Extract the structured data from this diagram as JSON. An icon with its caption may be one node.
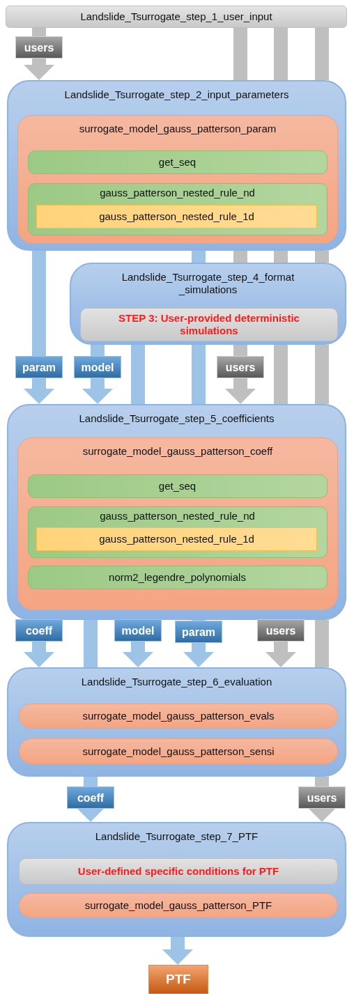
{
  "diagram": {
    "nodes": [
      {
        "text": [
          "Landslide_Tsurrogate_step_1_user_input"
        ]
      },
      {
        "text": [
          "Landslide_Tsurrogate_step_2_input_parameters"
        ]
      },
      {
        "text": [
          "surrogate_model_gauss_patterson_param"
        ],
        "in": 1
      },
      {
        "text": [
          "get_seq"
        ],
        "in": 2
      },
      {
        "text": [
          "gauss_patterson_nested_rule_nd"
        ],
        "in": 2
      },
      {
        "text": [
          "gauss_patterson_nested_rule_1d"
        ],
        "in": 4
      },
      {
        "text": [
          "Landslide_Tsurrogate_step_4_format _simulations"
        ]
      },
      {
        "text": [
          "STEP 3: User-provided deterministic simulations"
        ],
        "in": 6
      },
      {
        "text": [
          "Landslide_Tsurrogate_step_5_coefficients"
        ]
      },
      {
        "text": [
          "surrogate_model_gauss_patterson_coeff"
        ],
        "in": 8
      },
      {
        "text": [
          "get_seq"
        ],
        "in": 9
      },
      {
        "text": [
          "gauss_patterson_nested_rule_nd"
        ],
        "in": 9
      },
      {
        "text": [
          "gauss_patterson_nested_rule_1d"
        ],
        "in": 11
      },
      {
        "text": [
          "norm2_legendre_polynomials"
        ],
        "in": 9
      },
      {
        "text": [
          "Landslide_Tsurrogate_step_6_evaluation"
        ]
      },
      {
        "text": [
          "surrogate_model_gauss_patterson_evals"
        ],
        "in": 14
      },
      {
        "text": [
          "surrogate_model_gauss_patterson_sensi"
        ],
        "in": 14
      },
      {
        "text": [
          "Landslide_Tsurrogate_step_7_PTF"
        ]
      },
      {
        "text": [
          "User-defined specific conditions for PTF"
        ],
        "in": 17
      },
      {
        "text": [
          "surrogate_model_gauss_patterson_PTF"
        ],
        "in": 17
      },
      {
        "text": [
          "PTF"
        ]
      }
    ],
    "edges": [
      {
        "from": 0,
        "to": 1,
        "arrow": "to",
        "label": "users",
        "color": "#bfbfbf"
      },
      {
        "from": 0,
        "to": 1,
        "arrow": "none",
        "color": "#bfbfbf"
      },
      {
        "from": 0,
        "to": 1,
        "arrow": "none",
        "color": "#bfbfbf"
      },
      {
        "from": 0,
        "to": 1,
        "arrow": "none",
        "color": "#bfbfbf"
      },
      {
        "from": 1,
        "to": 6,
        "arrow": "none",
        "color": "#bfbfbf"
      },
      {
        "from": 1,
        "to": 6,
        "arrow": "none",
        "color": "#bfbfbf"
      },
      {
        "from": 1,
        "to": 6,
        "arrow": "none",
        "color": "#bfbfbf"
      },
      {
        "from": 6,
        "to": 8,
        "arrow": "to",
        "label": "users",
        "color": "#bfbfbf"
      },
      {
        "from": 6,
        "to": 8,
        "arrow": "none",
        "color": "#bfbfbf"
      },
      {
        "from": 6,
        "to": 8,
        "arrow": "none",
        "color": "#bfbfbf"
      },
      {
        "from": 8,
        "to": 14,
        "arrow": "to",
        "label": "users",
        "color": "#bfbfbf"
      },
      {
        "from": 8,
        "to": 14,
        "arrow": "none",
        "color": "#bfbfbf"
      },
      {
        "from": 14,
        "to": 17,
        "arrow": "to",
        "label": "users",
        "color": "#bfbfbf"
      },
      {
        "from": 1,
        "to": 8,
        "arrow": "to",
        "label": "param"
      },
      {
        "from": 1,
        "to": 6,
        "arrow": "none"
      },
      {
        "from": 6,
        "to": 8,
        "arrow": "to",
        "label": "model"
      },
      {
        "from": 6,
        "to": 8,
        "arrow": "none"
      },
      {
        "from": 6,
        "to": 8,
        "arrow": "none"
      },
      {
        "from": 8,
        "to": 14,
        "arrow": "to",
        "label": "coeff"
      },
      {
        "from": 8,
        "to": 14,
        "arrow": "none"
      },
      {
        "from": 8,
        "to": 14,
        "arrow": "to",
        "label": "model"
      },
      {
        "from": 8,
        "to": 14,
        "arrow": "to",
        "label": "param"
      },
      {
        "from": 14,
        "to": 17,
        "arrow": "to",
        "label": "coeff"
      },
      {
        "from": 17,
        "to": 20,
        "arrow": "to"
      }
    ]
  }
}
